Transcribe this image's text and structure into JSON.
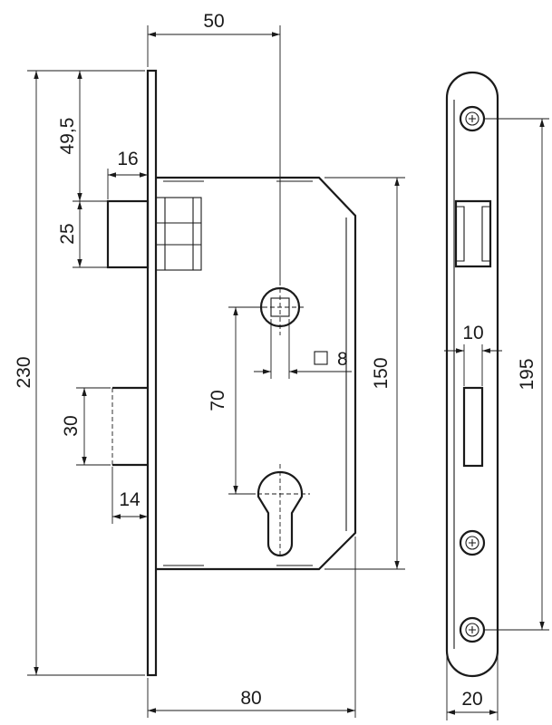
{
  "colors": {
    "line": "#1a1a1a",
    "background": "#ffffff"
  },
  "dimensions": {
    "top_width": "50",
    "faceplate_top_offset": "49,5",
    "latch_width": "16",
    "latch_height": "25",
    "total_height": "230",
    "bolt_height": "30",
    "bolt_width": "14",
    "spindle_square": "8",
    "spindle_to_cylinder": "70",
    "case_height": "150",
    "total_width": "80",
    "strike_slot_width": "10",
    "strike_hole_spacing": "195",
    "strike_width": "20"
  }
}
